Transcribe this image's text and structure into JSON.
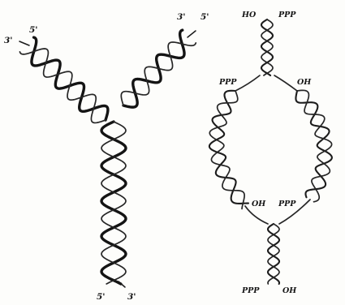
{
  "figure": {
    "left": {
      "label_top_left_3": "3'",
      "label_top_left_5": "5'",
      "label_top_right_3": "3'",
      "label_top_right_5": "5'",
      "label_bottom_5": "5'",
      "label_bottom_3": "3'"
    },
    "right": {
      "label_top_ho": "HO",
      "label_top_ppp": "PPP",
      "label_fork_ppp": "PPP",
      "label_fork_oh": "OH",
      "label_inner_oh": "OH",
      "label_inner_ppp": "PPP",
      "label_bottom_ppp": "PPP",
      "label_bottom_oh": "OH"
    }
  }
}
